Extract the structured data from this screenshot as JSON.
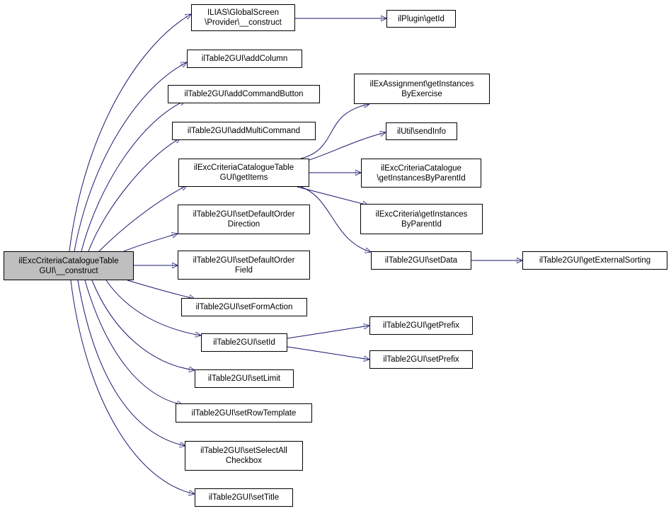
{
  "diagram": {
    "edge_color": "#191970",
    "root_fill": "#bfbfbf",
    "nodes": {
      "root": {
        "line1": "ilExcCriteriaCatalogueTable",
        "line2": "GUI\\__construct"
      },
      "provider": {
        "line1": "ILIAS\\GlobalScreen",
        "line2": "\\Provider\\__construct"
      },
      "plugin_getid": {
        "line1": "ilPlugin\\getId"
      },
      "addcolumn": {
        "line1": "ilTable2GUI\\addColumn"
      },
      "addcommandbutton": {
        "line1": "ilTable2GUI\\addCommandButton"
      },
      "addmulticommand": {
        "line1": "ilTable2GUI\\addMultiCommand"
      },
      "getitems": {
        "line1": "ilExcCriteriaCatalogueTable",
        "line2": "GUI\\getItems"
      },
      "setdefaultorderdirection": {
        "line1": "ilTable2GUI\\setDefaultOrder",
        "line2": "Direction"
      },
      "setdefaultorderfield": {
        "line1": "ilTable2GUI\\setDefaultOrder",
        "line2": "Field"
      },
      "setformaction": {
        "line1": "ilTable2GUI\\setFormAction"
      },
      "setid": {
        "line1": "ilTable2GUI\\setId"
      },
      "setlimit": {
        "line1": "ilTable2GUI\\setLimit"
      },
      "setrowtemplate": {
        "line1": "ilTable2GUI\\setRowTemplate"
      },
      "setselectallcheckbox": {
        "line1": "ilTable2GUI\\setSelectAll",
        "line2": "Checkbox"
      },
      "settitle": {
        "line1": "ilTable2GUI\\setTitle"
      },
      "getinstancesbyexercise": {
        "line1": "ilExAssignment\\getInstances",
        "line2": "ByExercise"
      },
      "sendinfo": {
        "line1": "ilUtil\\sendInfo"
      },
      "catalogue_getinstances": {
        "line1": "ilExcCriteriaCatalogue",
        "line2": "\\getInstancesByParentId"
      },
      "criteria_getinstances": {
        "line1": "ilExcCriteria\\getInstances",
        "line2": "ByParentId"
      },
      "setdata": {
        "line1": "ilTable2GUI\\setData"
      },
      "getexternalsorting": {
        "line1": "ilTable2GUI\\getExternalSorting"
      },
      "getprefix": {
        "line1": "ilTable2GUI\\getPrefix"
      },
      "setprefix": {
        "line1": "ilTable2GUI\\setPrefix"
      }
    }
  }
}
